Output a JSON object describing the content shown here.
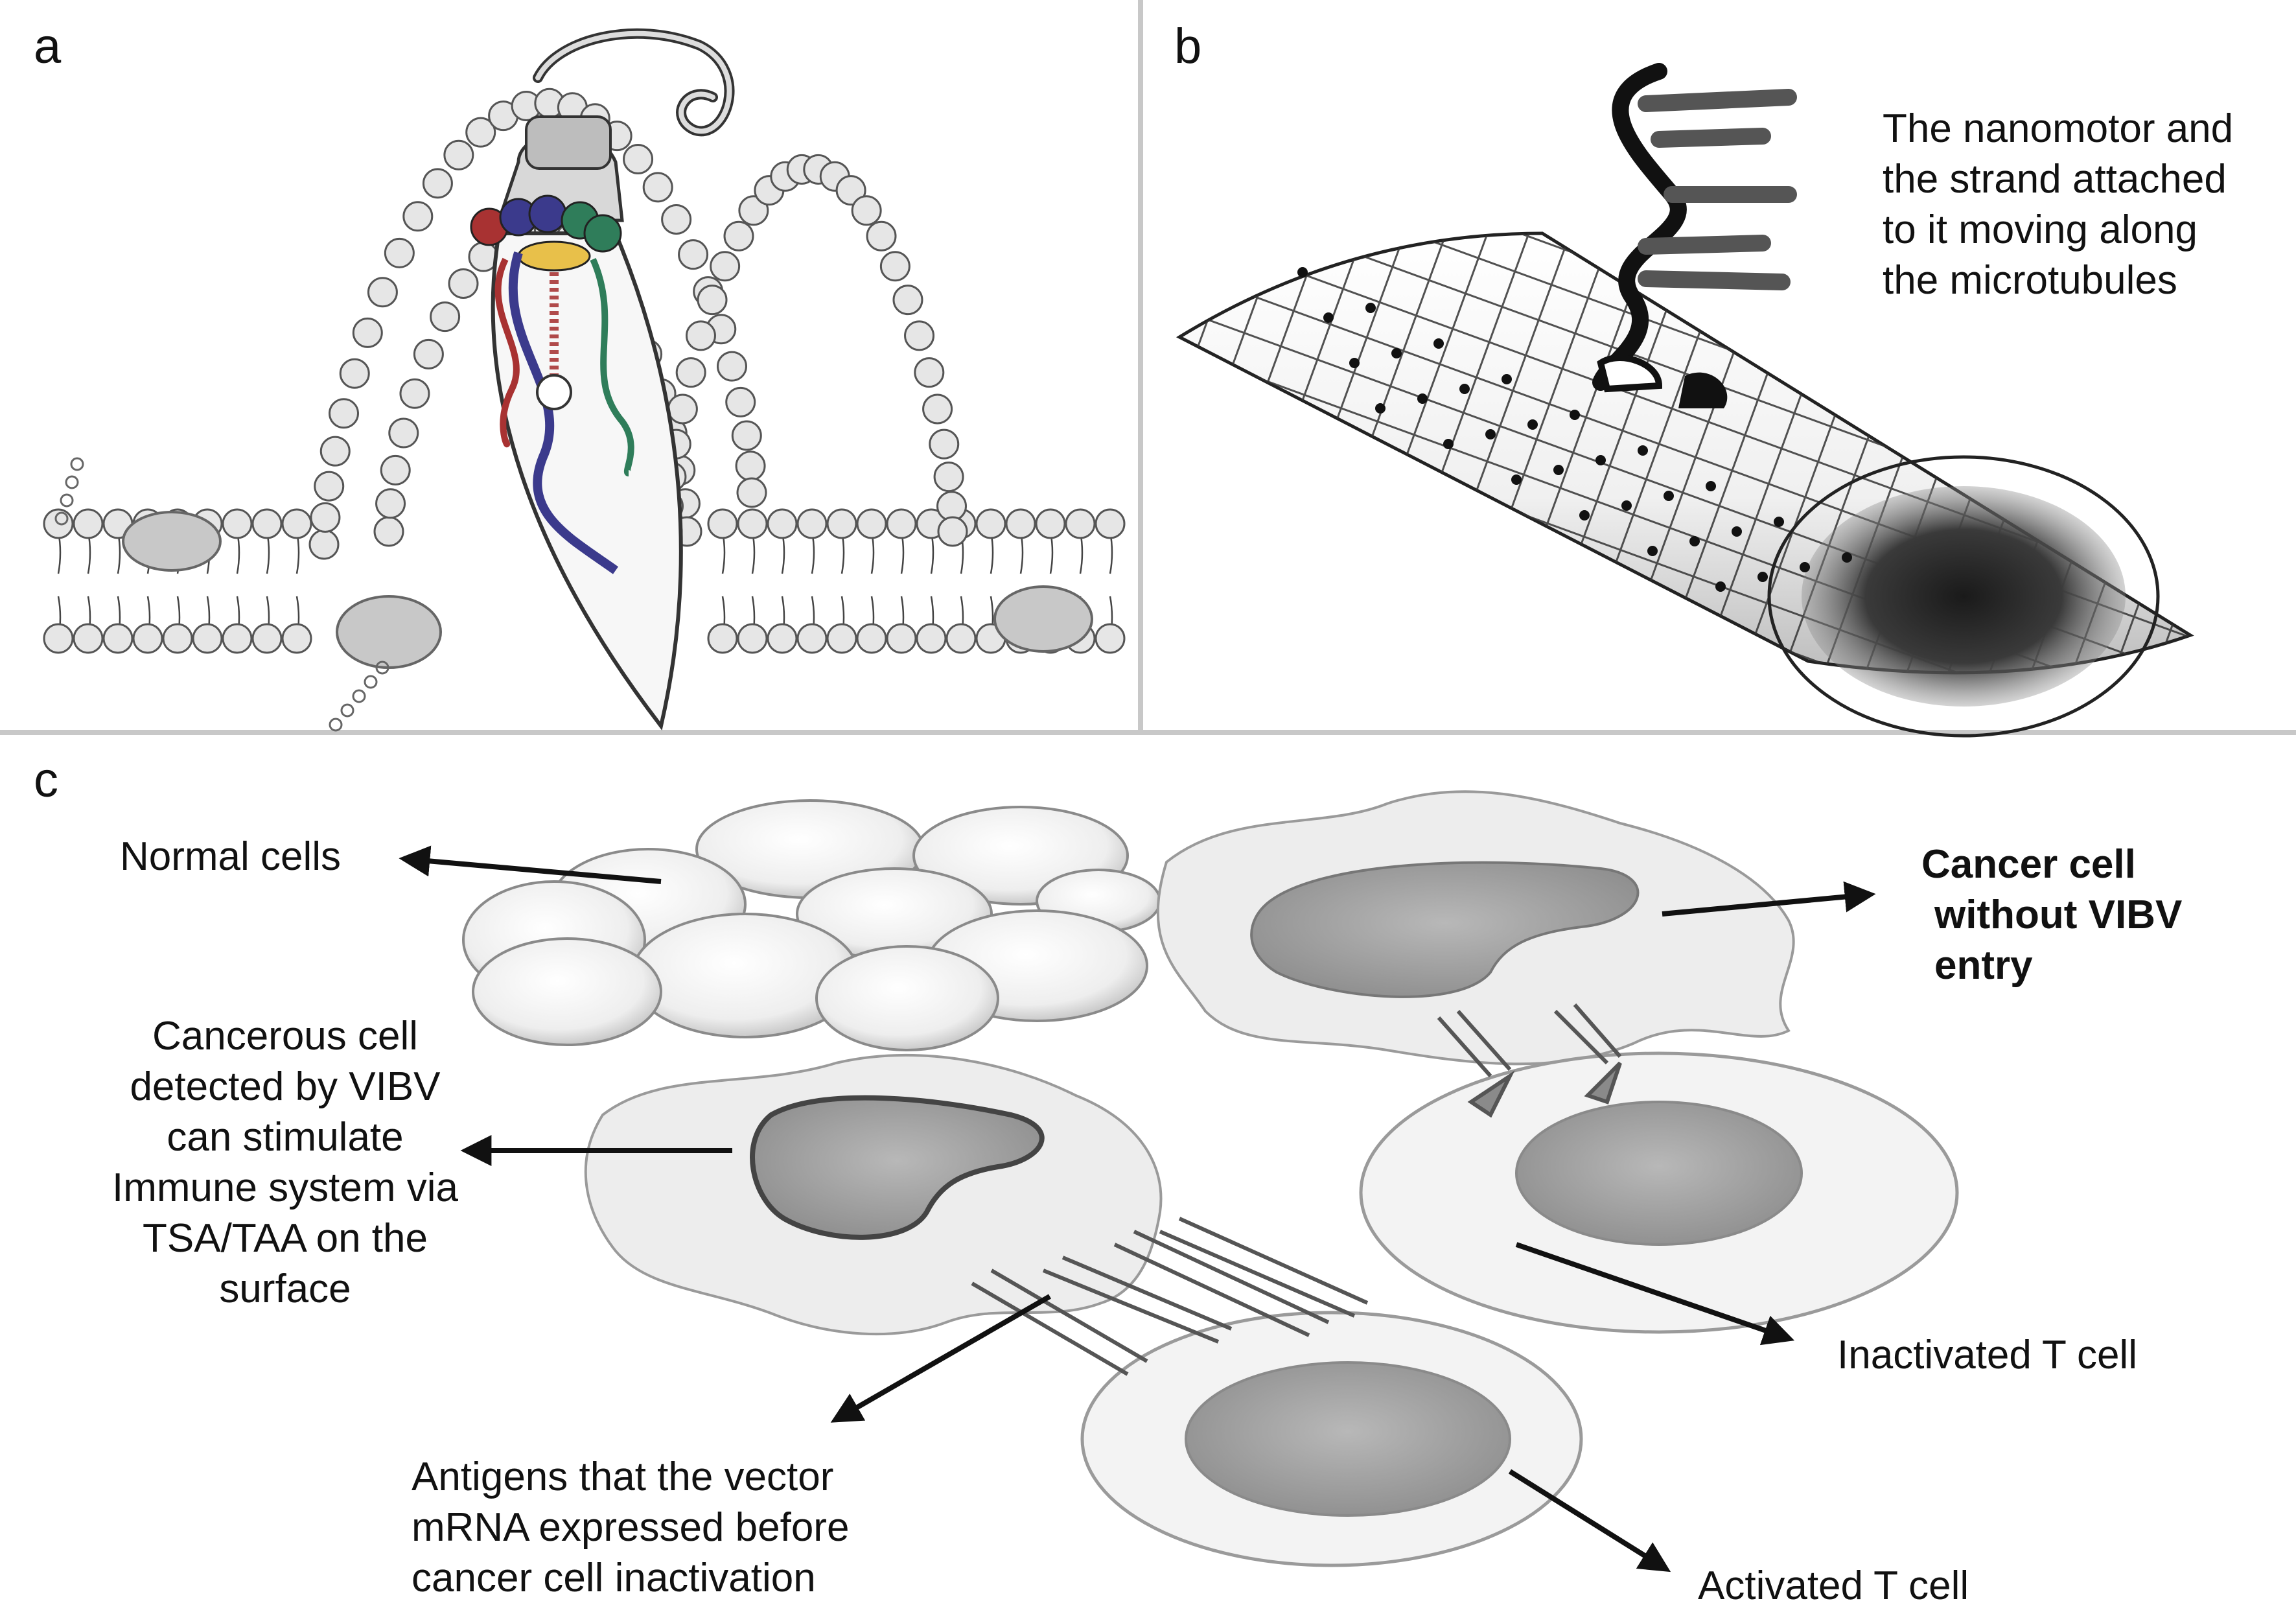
{
  "panels": {
    "a": {
      "letter": "a"
    },
    "b": {
      "letter": "b",
      "caption": [
        "The nanomotor and",
        "the strand attached",
        "to it moving along",
        "the microtubules"
      ]
    },
    "c": {
      "letter": "c",
      "labels": {
        "normal_cells": "Normal cells",
        "cancer_cell_without": [
          "Cancer cell",
          "without VIBV",
          "entry"
        ],
        "cancerous_detected": [
          "Cancerous cell",
          "detected by VIBV",
          "can stimulate",
          "Immune system via",
          "TSA/TAA on the",
          "surface"
        ],
        "inactivated_t": "Inactivated T cell",
        "antigens": [
          "Antigens that the vector",
          "mRNA expressed before",
          "cancer cell inactivation"
        ],
        "activated_t": "Activated T cell"
      }
    }
  },
  "colors": {
    "divider": "#c8c8c8",
    "membrane_head": "#e6e6e6",
    "strand_red": "#a83232",
    "strand_blue": "#3b3a8c",
    "strand_green": "#2f7d5a",
    "motor_yellow": "#e8c04a"
  }
}
